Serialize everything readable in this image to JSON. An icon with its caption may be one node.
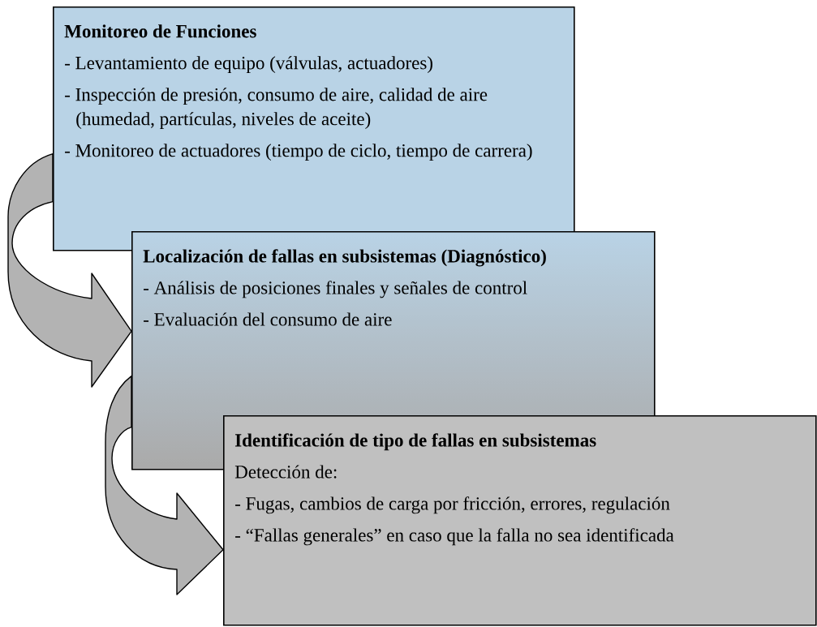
{
  "diagram": {
    "nodes": [
      {
        "text": [
          "Monitoreo de Funciones",
          "- Levantamiento de equipo (válvulas, actuadores)",
          "- Inspección de presión, consumo de aire, calidad de aire (humedad, partículas, niveles de aceite)",
          "- Monitoreo de actuadores (tiempo de ciclo, tiempo de carrera)"
        ]
      },
      {
        "text": [
          "Localización de fallas en subsistemas (Diagnóstico)",
          "- Análisis de posiciones finales y señales de control",
          "- Evaluación del consumo de aire"
        ]
      },
      {
        "text": [
          "Identificación de tipo de fallas en subsistemas",
          "Detección de:",
          "- Fugas, cambios de carga por fricción, errores, regulación",
          "- “Fallas generales” en caso que la falla no sea identificada"
        ]
      }
    ],
    "edges": [
      {
        "from": 0,
        "to": 1,
        "arrow": "to"
      },
      {
        "from": 1,
        "to": 2,
        "arrow": "to"
      }
    ]
  }
}
